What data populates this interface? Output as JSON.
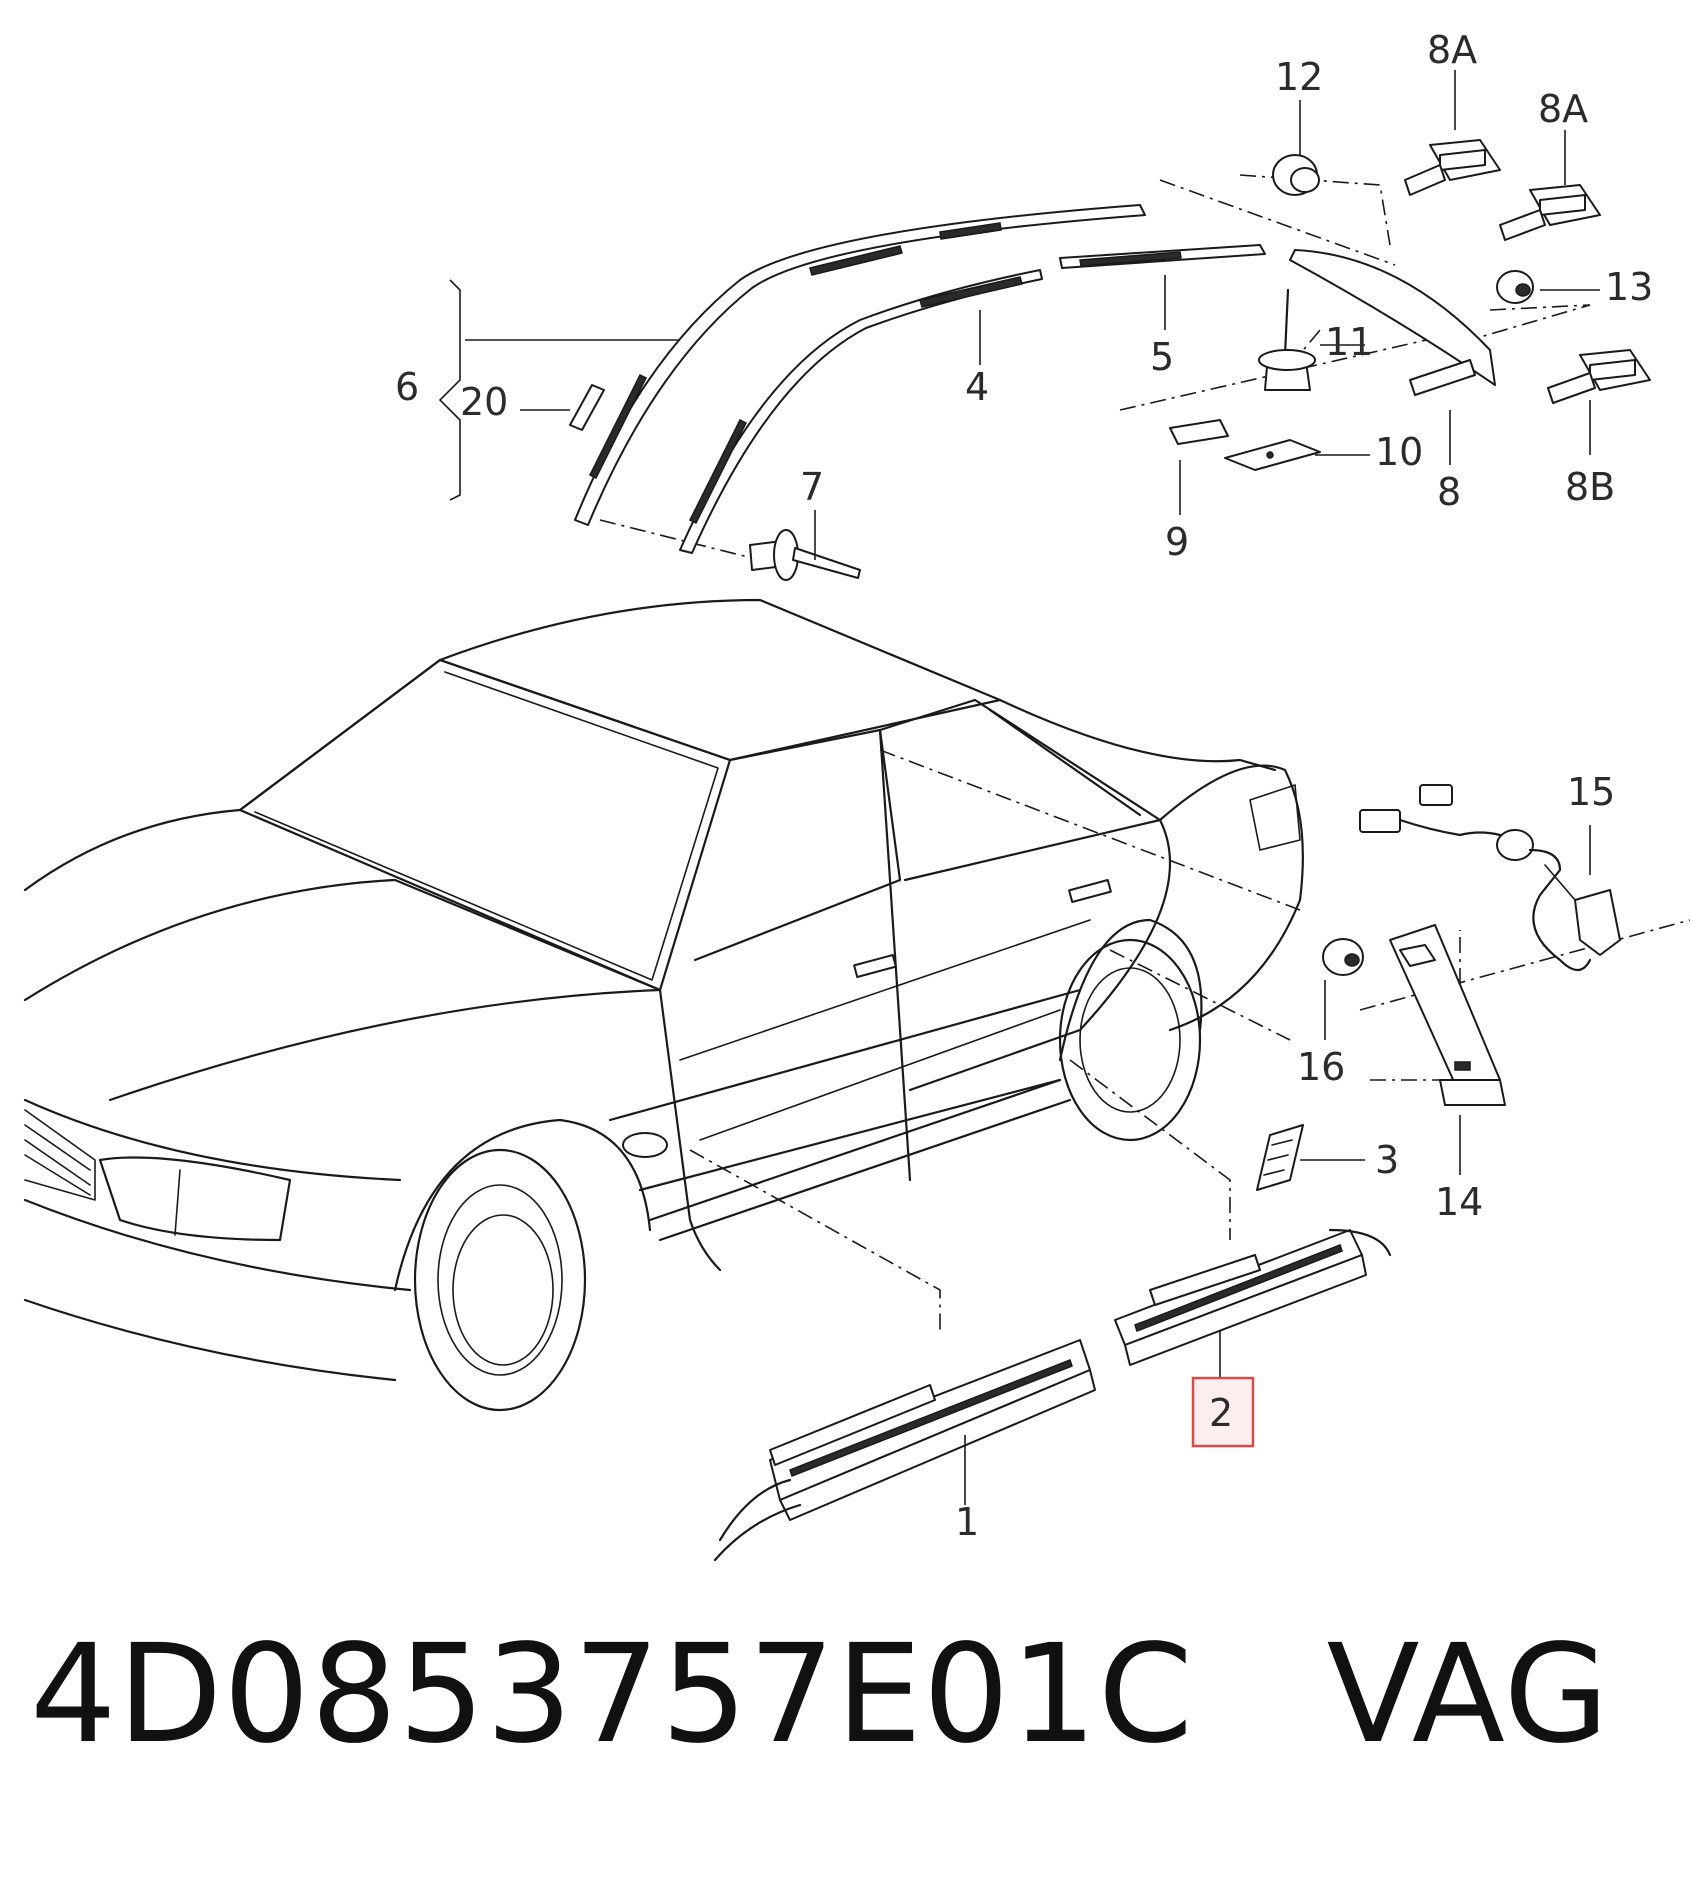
{
  "callouts": {
    "c1": "1",
    "c2": "2",
    "c3": "3",
    "c4": "4",
    "c5": "5",
    "c6": "6",
    "c7": "7",
    "c8": "8",
    "c8a_top": "8A",
    "c8a_right": "8A",
    "c8b": "8B",
    "c9": "9",
    "c10": "10",
    "c11": "11",
    "c12": "12",
    "c13": "13",
    "c14": "14",
    "c15": "15",
    "c16": "16",
    "c20": "20"
  },
  "highlighted_part": "2",
  "highlight_color": "#d94a4a",
  "footer": {
    "part_number": "4D0853757E01C",
    "brand": "VAG"
  }
}
